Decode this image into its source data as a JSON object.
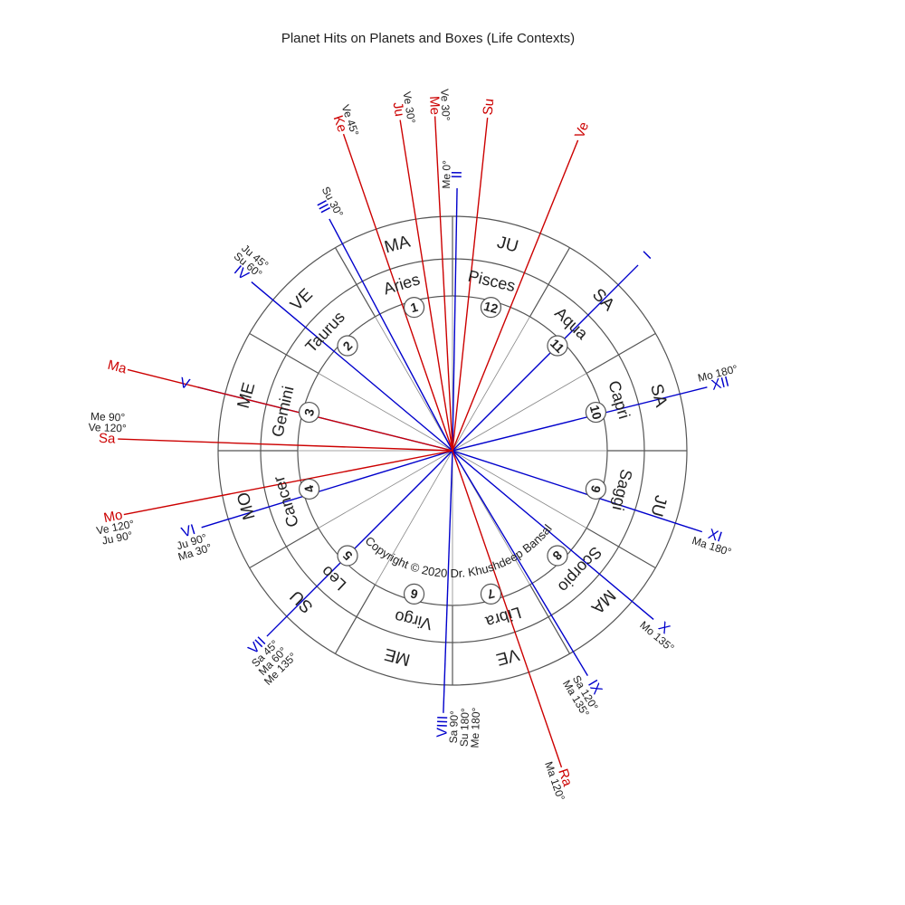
{
  "title": "Planet Hits on Planets and Boxes (Life Contexts)",
  "copyright": "Copyright © 2020 Dr. Khushdeep Bansal",
  "colors": {
    "ring": "#555555",
    "planet": "#cc0000",
    "house": "#0000cc",
    "text": "#222222"
  },
  "signs": [
    {
      "number": "1",
      "name": "Aries",
      "lord": "MA"
    },
    {
      "number": "2",
      "name": "Taurus",
      "lord": "VE"
    },
    {
      "number": "3",
      "name": "Gemini",
      "lord": "ME"
    },
    {
      "number": "4",
      "name": "Cancer",
      "lord": "MO"
    },
    {
      "number": "5",
      "name": "Leo",
      "lord": "SU"
    },
    {
      "number": "6",
      "name": "Virgo",
      "lord": "ME"
    },
    {
      "number": "7",
      "name": "Libra",
      "lord": "VE"
    },
    {
      "number": "8",
      "name": "Scorpio",
      "lord": "MA"
    },
    {
      "number": "9",
      "name": "Saggi",
      "lord": "JU"
    },
    {
      "number": "10",
      "name": "Capri",
      "lord": "SA"
    },
    {
      "number": "11",
      "name": "Aqua",
      "lord": "SA"
    },
    {
      "number": "12",
      "name": "Pisces",
      "lord": "JU"
    }
  ],
  "houses": [
    {
      "label": "I",
      "angle": 45,
      "hits": []
    },
    {
      "label": "II",
      "angle": 89,
      "hits": [
        "Me 0°"
      ]
    },
    {
      "label": "III",
      "angle": 118,
      "hits": [
        "Su 30°"
      ]
    },
    {
      "label": "IV",
      "angle": 140,
      "hits": [
        "Su 60°",
        "Ju 45°"
      ]
    },
    {
      "label": "V",
      "angle": 166,
      "hits": []
    },
    {
      "label": "VI",
      "angle": 197,
      "hits": [
        "Ju 90°",
        "Ma 30°"
      ]
    },
    {
      "label": "VII",
      "angle": 225,
      "hits": [
        "Sa 45°",
        "Ma 60°",
        "Me 135°"
      ]
    },
    {
      "label": "VIII",
      "angle": 268,
      "hits": [
        "Sa 90°",
        "Su 180°",
        "Me 180°"
      ]
    },
    {
      "label": "IX",
      "angle": 301,
      "hits": [
        "Sa 120°",
        "Ma 135°"
      ]
    },
    {
      "label": "X",
      "angle": 320,
      "hits": [
        "Mo 135°"
      ]
    },
    {
      "label": "XI",
      "angle": 342,
      "hits": [
        "Ma 180°"
      ]
    },
    {
      "label": "XII",
      "angle": 14,
      "hits": [
        "Mo 180°"
      ]
    }
  ],
  "planets": [
    {
      "label": "Ke",
      "angle": 109,
      "hits": [
        "Ve 45°"
      ]
    },
    {
      "label": "Ju",
      "angle": 99,
      "hits": [
        "Ve 30°"
      ]
    },
    {
      "label": "Me",
      "angle": 93,
      "hits": [
        "Ve 30°"
      ]
    },
    {
      "label": "Su",
      "angle": 84,
      "hits": []
    },
    {
      "label": "Ve",
      "angle": 68,
      "hits": []
    },
    {
      "label": "Ma",
      "angle": 166,
      "hits": []
    },
    {
      "label": "Sa",
      "angle": 178,
      "hits": [
        "Ve 120°",
        "Me 90°"
      ]
    },
    {
      "label": "Mo",
      "angle": 191,
      "hits": [
        "Ve 120°",
        "Ju 90°"
      ]
    },
    {
      "label": "Ra",
      "angle": 289,
      "hits": [
        "Ma 120°"
      ]
    }
  ]
}
